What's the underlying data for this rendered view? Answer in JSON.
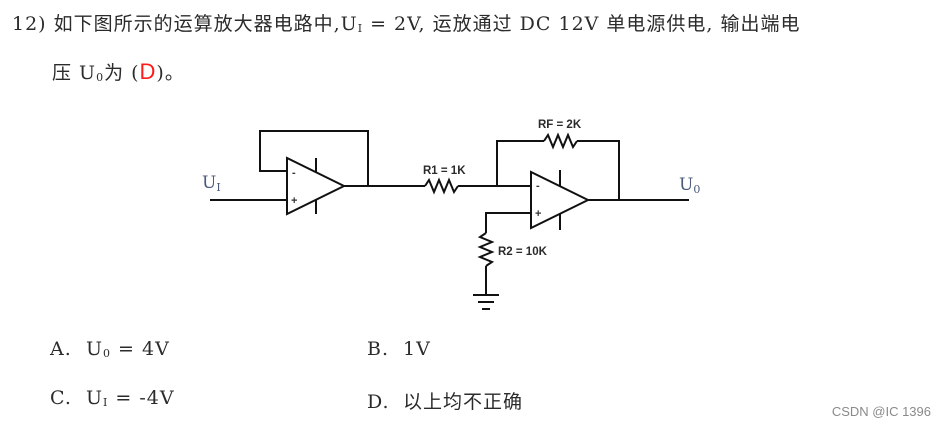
{
  "question": {
    "number": "12)",
    "text_part1": "如下图所示的运算放大器电路中,U",
    "ui_sub": "I",
    "text_part2": " = 2V, 运放通过 DC 12V 单电源供电, 输出端电",
    "line2_prefix": "压 U",
    "uo_sub": "0",
    "line2_mid": "为 (",
    "answer": "D",
    "line2_suffix": ")。"
  },
  "circuit": {
    "input_label": "U",
    "input_sub": "I",
    "output_label": "U",
    "output_sub": "0",
    "r1_label": "R1 = 1K",
    "rf_label": "RF = 2K",
    "r2_label": "R2 = 10K",
    "minus_sign": "-",
    "plus_sign": "+"
  },
  "options": [
    {
      "label": "A.",
      "pre": "U",
      "sub": "0",
      "text": " = 4V"
    },
    {
      "label": "B.",
      "pre": "",
      "sub": "",
      "text": "1V"
    },
    {
      "label": "C.",
      "pre": "U",
      "sub": "I",
      "text": " = -4V"
    },
    {
      "label": "D.",
      "pre": "",
      "sub": "",
      "text": "以上均不正确"
    }
  ],
  "watermark": "CSDN @IC 1396",
  "colors": {
    "answer": "#ff1a1a",
    "text": "#2b2b2b",
    "watermark": "#8a8a8a"
  }
}
